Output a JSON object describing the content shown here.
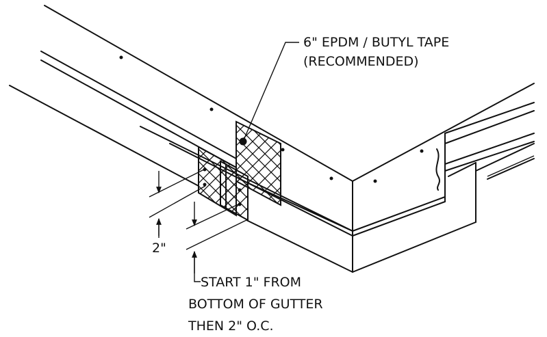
{
  "labels": {
    "tape_line1": "6\" EPDM / BUTYL TAPE",
    "tape_line2": "(RECOMMENDED)",
    "spacing": "2\"",
    "start_line1": "START 1\" FROM",
    "start_line2": "BOTTOM OF GUTTER",
    "start_line3": "THEN 2\" O.C."
  },
  "colors": {
    "line": "#111111",
    "background": "#ffffff"
  }
}
